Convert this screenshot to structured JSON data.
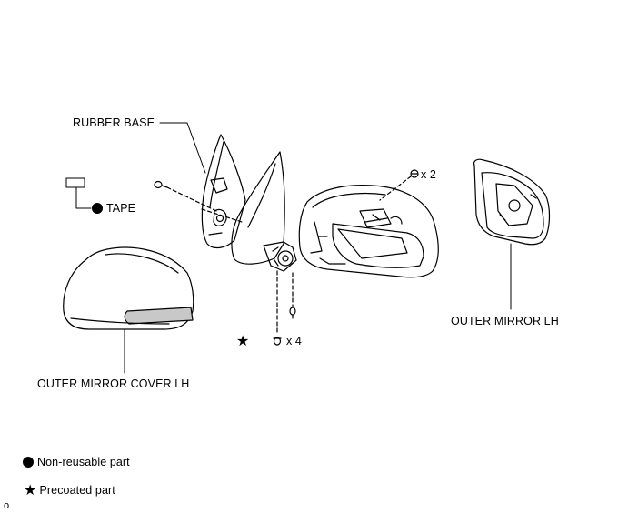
{
  "labels": {
    "rubber_base": "RUBBER BASE",
    "tape": "TAPE",
    "screws_mirror": "x 2",
    "screws_precoated": "x 4",
    "outer_mirror": "OUTER MIRROR LH",
    "outer_mirror_cover": "OUTER MIRROR COVER LH"
  },
  "legend": {
    "non_reusable": "Non-reusable part",
    "precoated": "Precoated part"
  },
  "footer": {
    "code": "o"
  },
  "symbols": {
    "non_reusable": "filled-circle",
    "precoated": "filled-star",
    "precoated_glyph": "★"
  },
  "colors": {
    "line": "#000000",
    "highlight": "#c8c8c8",
    "background": "#ffffff"
  }
}
